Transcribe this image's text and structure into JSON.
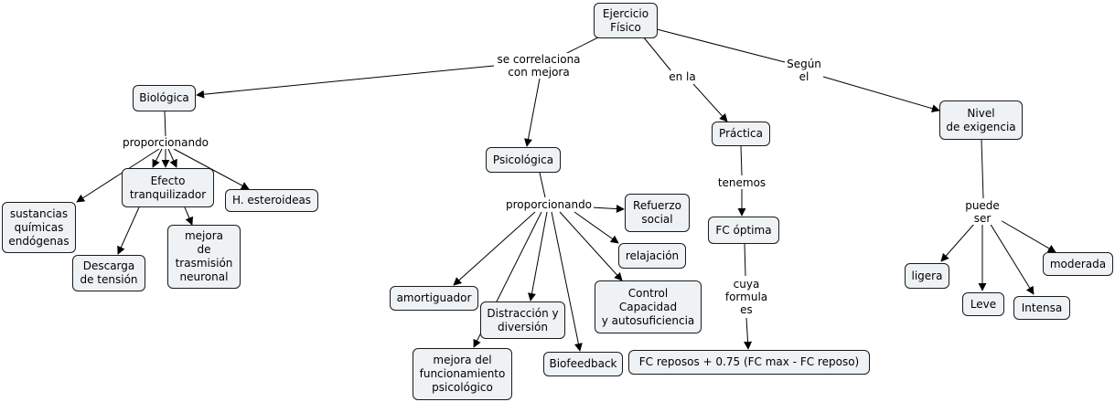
{
  "nodes": {
    "ejercicio": "Ejercicio\nFísico",
    "biologica": "Biológica",
    "psicologica": "Psicológica",
    "practica": "Práctica",
    "nivel": "Nivel\nde exigencia",
    "sustancias": "sustancias\nquímicas\nendógenas",
    "efecto": "Efecto\ntranquilizador",
    "esteroideas": "H. esteroideas",
    "descarga": "Descarga\nde tensión",
    "trasmision": "mejora\nde\ntrasmisión\nneuronal",
    "refuerzo": "Refuerzo\nsocial",
    "relajacion": "relajación",
    "amortiguador": "amortiguador",
    "distraccion": "Distracción y\ndiversión",
    "control": "Control\nCapacidad\ny autosuficiencia",
    "funcionamiento": "mejora del\nfuncionamiento\npsicológico",
    "biofeedback": "Biofeedback",
    "fc_optima": "FC óptima",
    "formula": "FC reposos + 0.75 (FC max - FC reposo)",
    "ligera": "ligera",
    "leve": "Leve",
    "intensa": "Intensa",
    "moderada": "moderada"
  },
  "links": {
    "se_correlaciona": "se correlaciona\ncon mejora",
    "en_la": "en la",
    "segun_el": "Según\nel",
    "proporcionando_bio": "proporcionando",
    "proporcionando_psi": "proporcionando",
    "tenemos": "tenemos",
    "cuya_formula": "cuya\nformula\nes",
    "puede_ser": "puede\nser"
  }
}
